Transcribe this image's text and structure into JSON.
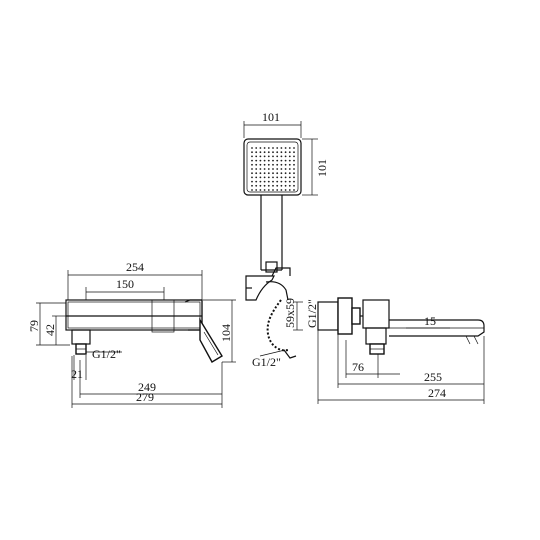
{
  "dimensions": {
    "shower_width": "101",
    "shower_height": "101",
    "mixer_top_width": "254",
    "mixer_inner_width": "150",
    "mixer_height": "79",
    "mixer_inlet_height": "42",
    "mixer_handle_height": "104",
    "mixer_thread": "G1/2\"",
    "mixer_outlet_offset": "21",
    "mixer_width_249": "249",
    "mixer_width_279": "279",
    "hose_connector": "59x59",
    "hose_thread": "G1/2\"",
    "side_thread": "G1/2\"",
    "spout_thickness": "15",
    "spout_76": "76",
    "spout_255": "255",
    "spout_274": "274"
  }
}
